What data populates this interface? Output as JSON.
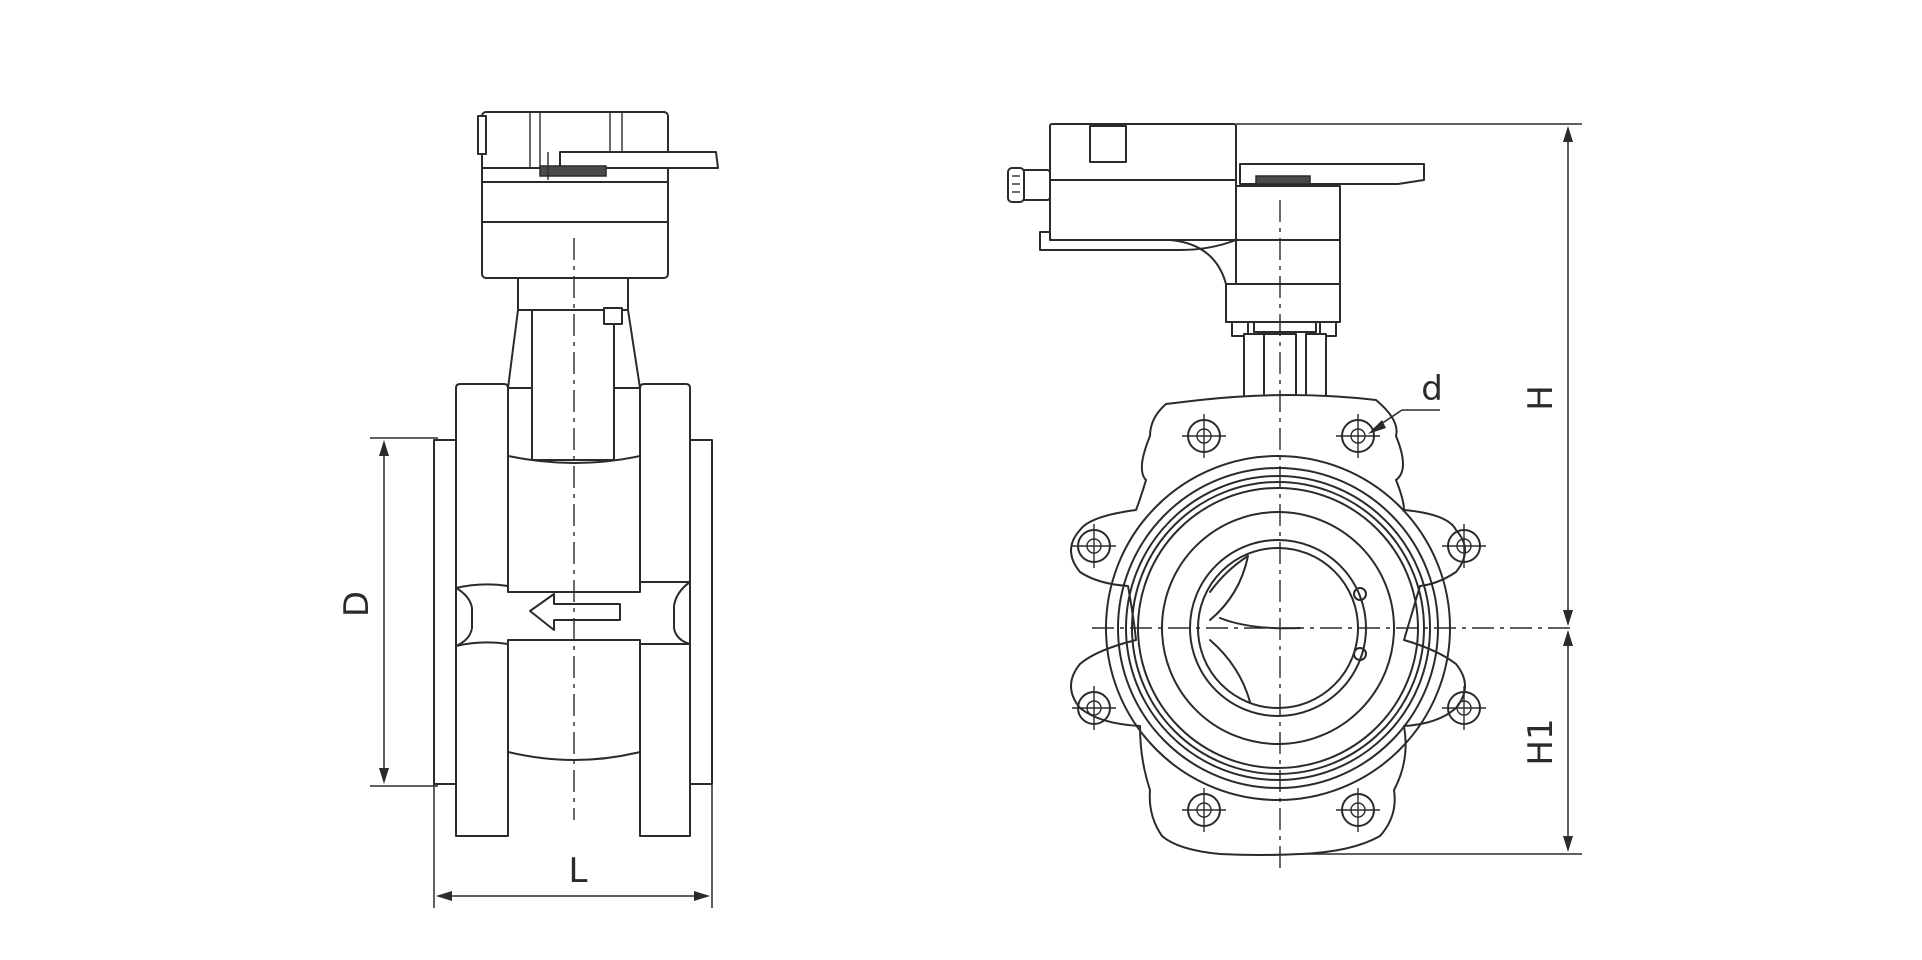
{
  "labels": {
    "diameter": "D",
    "length": "L",
    "bolt_hole": "d",
    "height_top": "H",
    "height_bottom": "H1"
  },
  "colors": {
    "line": "#2b2b2b",
    "background": "#ffffff"
  }
}
